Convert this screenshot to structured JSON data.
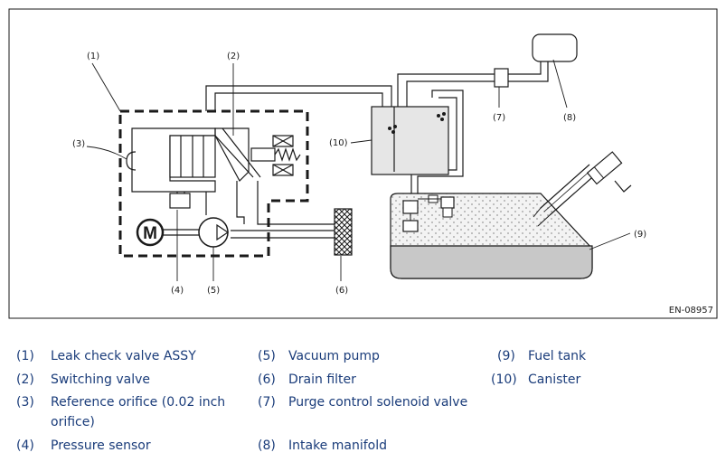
{
  "diagram": {
    "code": "EN-08957",
    "callouts": [
      "(1)",
      "(2)",
      "(3)",
      "(4)",
      "(5)",
      "(6)",
      "(7)",
      "(8)",
      "(9)",
      "(10)"
    ]
  },
  "legend": [
    {
      "num": "(1)",
      "text": "Leak check valve ASSY"
    },
    {
      "num": "(2)",
      "text": "Switching valve"
    },
    {
      "num": "(3)",
      "text": "Reference orifice (0.02 inch orifice)"
    },
    {
      "num": "(4)",
      "text": "Pressure sensor"
    },
    {
      "num": "(5)",
      "text": "Vacuum pump"
    },
    {
      "num": "(6)",
      "text": "Drain filter"
    },
    {
      "num": "(7)",
      "text": "Purge control solenoid valve"
    },
    {
      "num": "(8)",
      "text": "Intake manifold"
    },
    {
      "num": "(9)",
      "text": "Fuel tank"
    },
    {
      "num": "(10)",
      "text": "Canister"
    }
  ],
  "colors": {
    "line": "#1a1a1a",
    "legend_text": "#1a3c7a",
    "canister_fill": "#e6e6e6",
    "fuel_fill": "#c8c8c8"
  }
}
